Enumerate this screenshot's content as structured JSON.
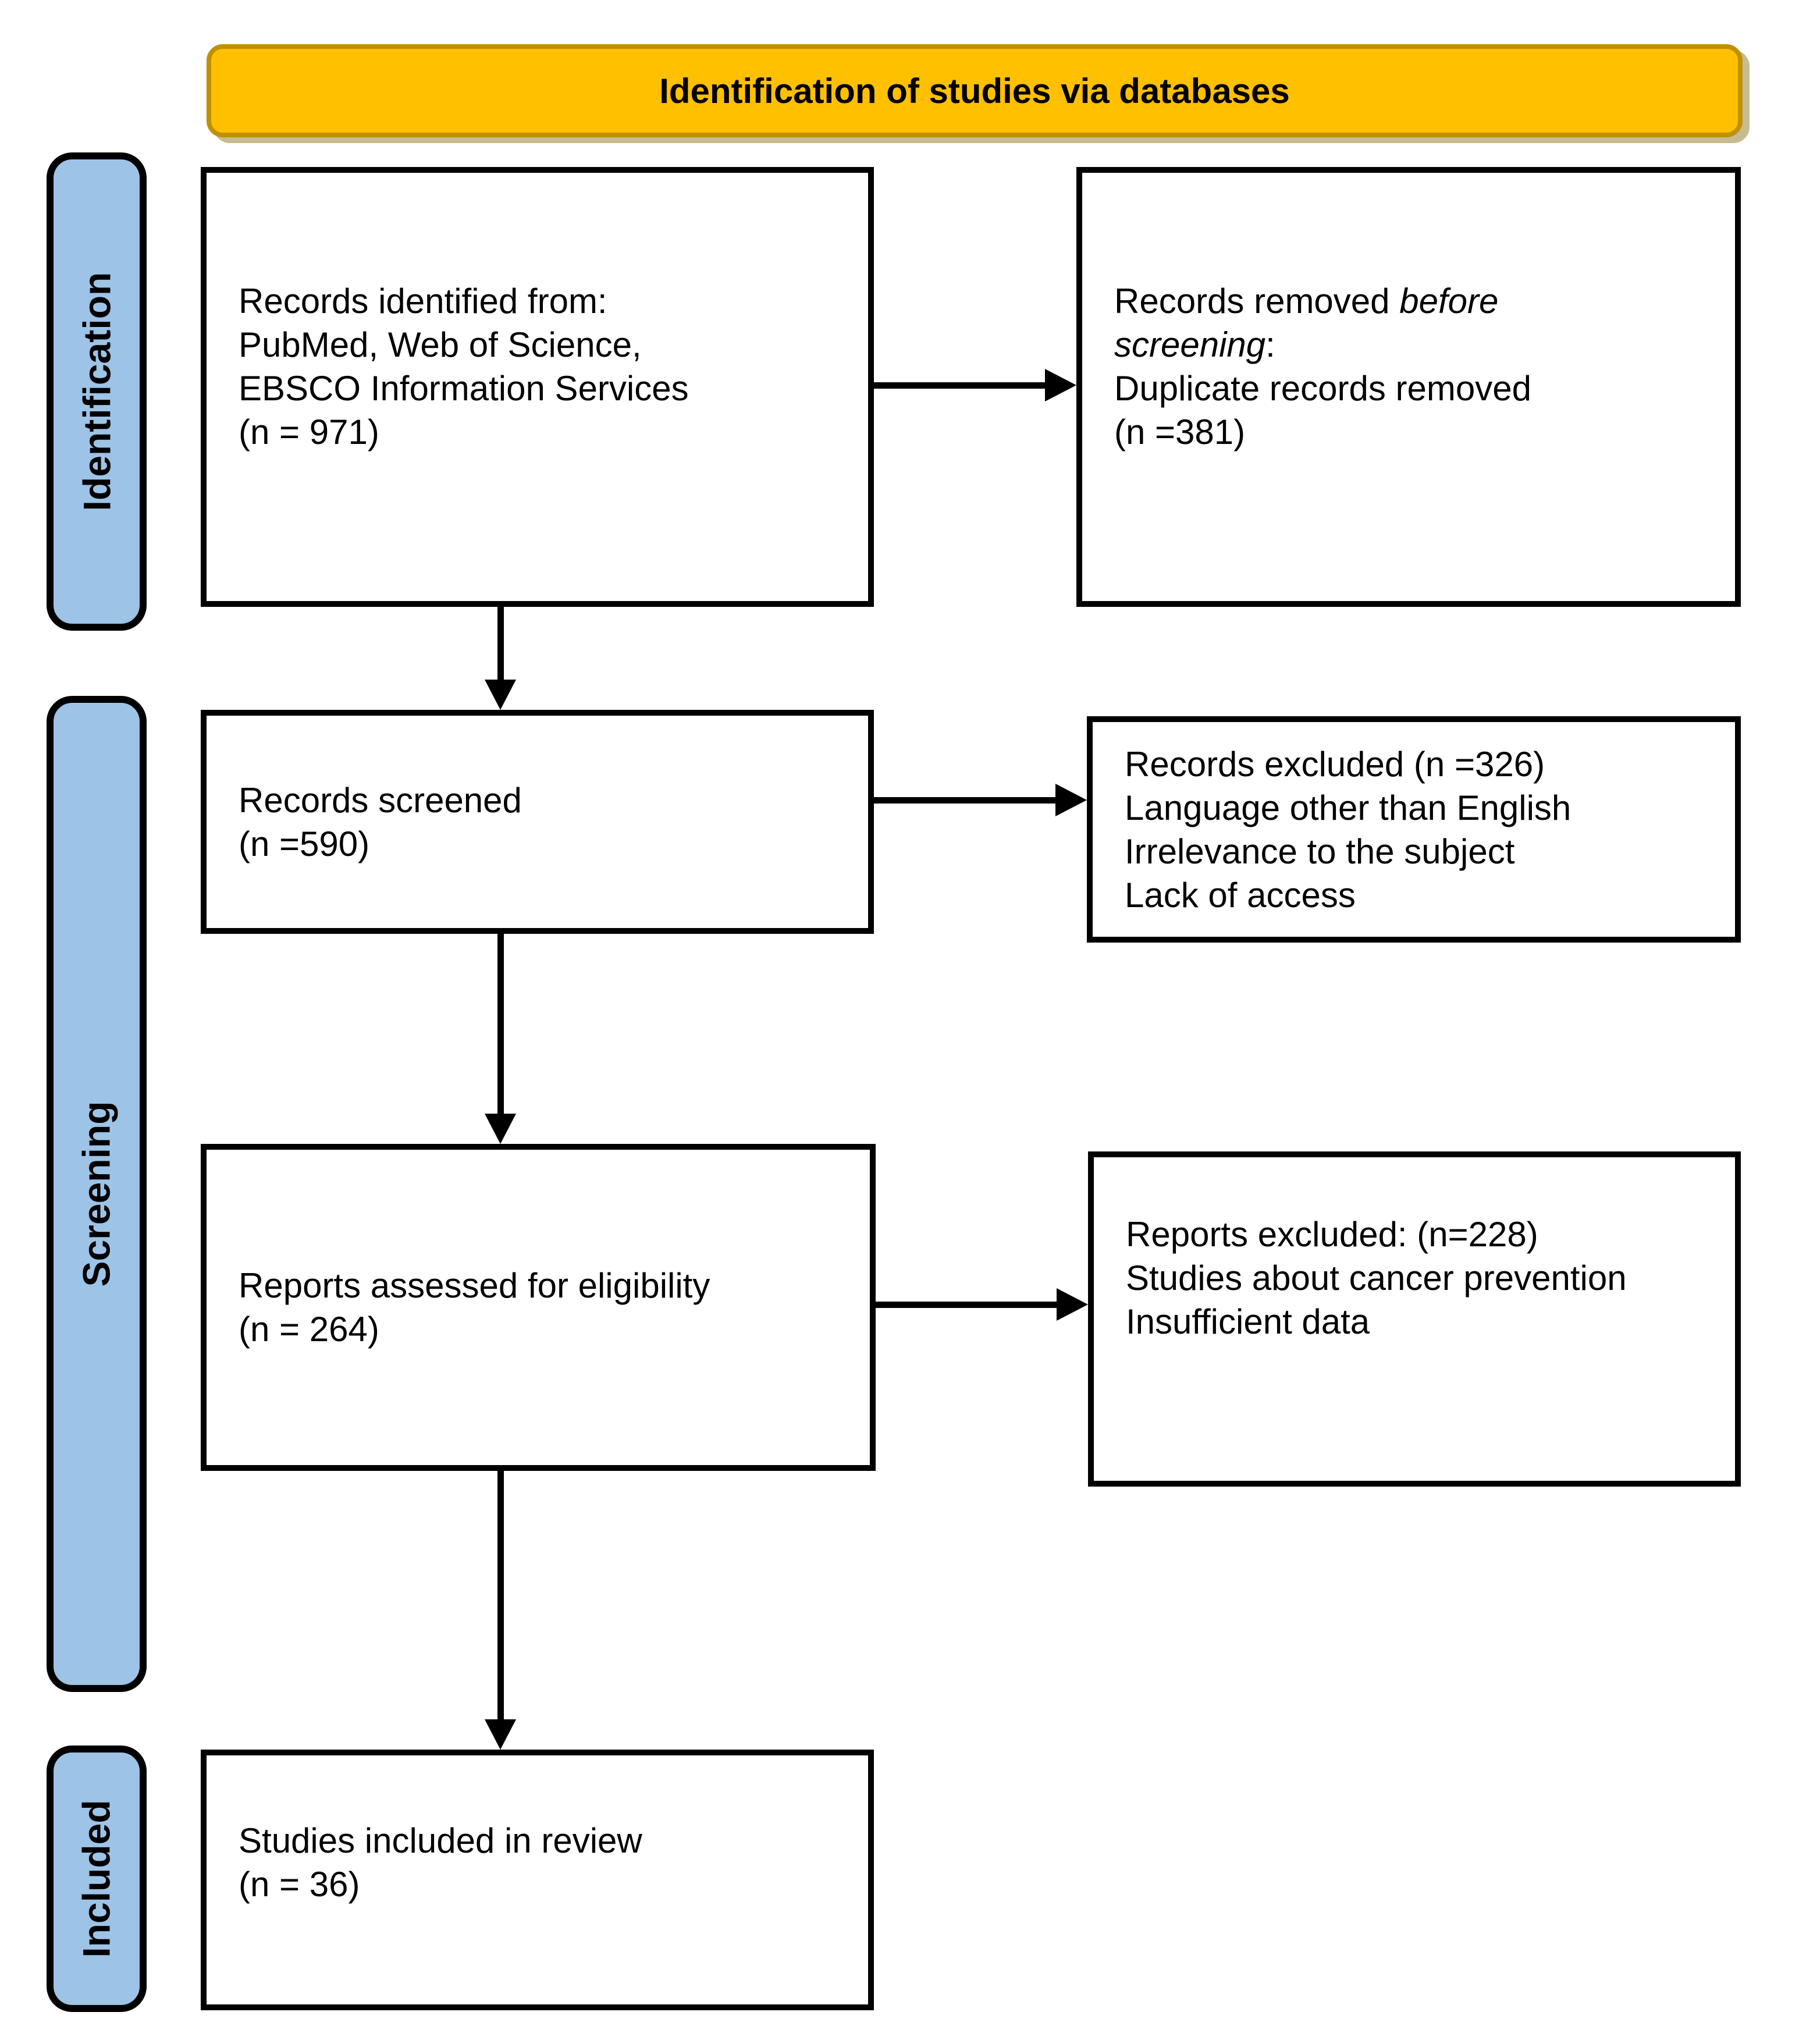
{
  "banner": {
    "title": "Identification of studies via databases",
    "fill_color": "#FFC000",
    "border_color": "#BF9000",
    "text_color": "#000000"
  },
  "sidebar": {
    "fill_color": "#9DC3E6",
    "border_color": "#000000",
    "labels": {
      "identification": "Identification",
      "screening": "Screening",
      "included": "Included"
    }
  },
  "boxes": {
    "identified": {
      "lines": [
        "Records identified from:",
        "PubMed, Web of Science,",
        "EBSCO Information Services",
        "(n = 971)"
      ]
    },
    "removed": {
      "line1_regular": "Records removed ",
      "line1_italic": "before",
      "line2_italic": "screening",
      "line2_suffix": ":",
      "lines": [
        "Duplicate records removed",
        "(n =381)"
      ]
    },
    "screened": {
      "lines": [
        "Records screened",
        "(n =590)"
      ]
    },
    "excluded_records": {
      "lines": [
        "Records excluded (n =326)",
        "Language other than English",
        "Irrelevance to the subject",
        "Lack of access"
      ]
    },
    "assessed": {
      "lines": [
        "Reports assessed for eligibility",
        "(n = 264)"
      ]
    },
    "excluded_reports": {
      "lines": [
        "Reports excluded: (n=228)",
        "Studies about cancer prevention",
        "Insufficient data"
      ]
    },
    "included_studies": {
      "lines": [
        "Studies included in review",
        "(n = 36)"
      ]
    }
  },
  "arrow_color": "#000000"
}
